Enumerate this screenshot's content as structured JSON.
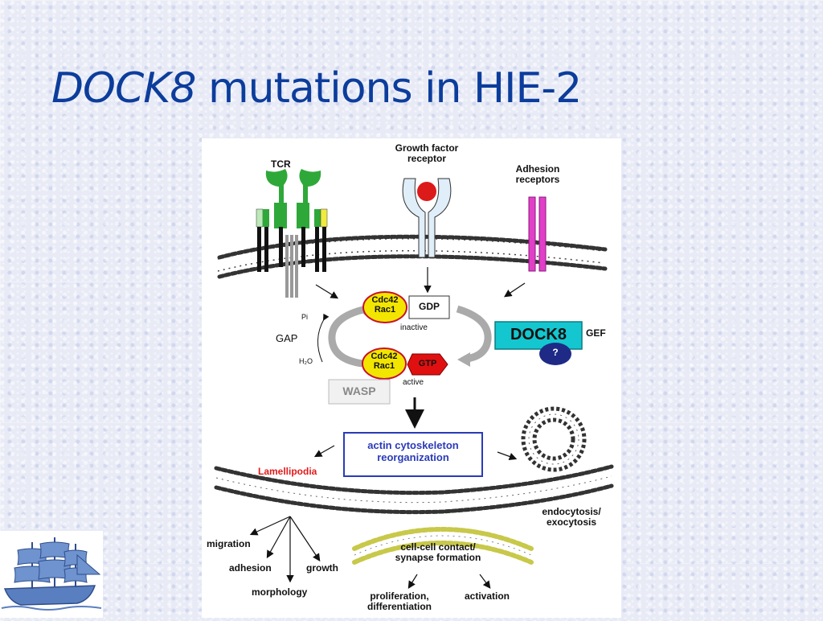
{
  "title": {
    "gene": "DOCK8",
    "rest": " mutations in HIE-2"
  },
  "diagram": {
    "receptors": {
      "tcr": "TCR",
      "growth_factor": [
        "Growth factor",
        "receptor"
      ],
      "adhesion": [
        "Adhesion",
        "receptors"
      ]
    },
    "cycle": {
      "inactive_gtpase": [
        "Cdc42",
        "Rac1"
      ],
      "gdp": "GDP",
      "inactive": "inactive",
      "active_gtpase": [
        "Cdc42",
        "Rac1"
      ],
      "gtp": "GTP",
      "active": "active",
      "gap": "GAP",
      "pi": "Pi",
      "h2o": "H₂O"
    },
    "dock8": "DOCK8",
    "dock8_question": "?",
    "gef": "GEF",
    "wasp": "WASP",
    "actin_box": [
      "actin cytoskeleton",
      "reorganization"
    ],
    "lamellipodia": "Lamellipodia",
    "endocytosis": [
      "endocytosis/",
      "exocytosis"
    ],
    "outputs": {
      "migration": "migration",
      "adhesion": "adhesion",
      "growth": "growth",
      "morphology": "morphology",
      "cell_contact": [
        "cell-cell contact/",
        "synapse formation"
      ],
      "proliferation": [
        "proliferation,",
        "differentiation"
      ],
      "activation": "activation"
    },
    "colors": {
      "tcr_green": "#2fa83a",
      "receptor_blue": "#dfeef8",
      "ligand_red": "#dd1a1a",
      "adhesion_magenta": "#e23fc8",
      "gtpase_yellow": "#f2e600",
      "gtp_red": "#e01010",
      "dock8_cyan": "#14c6cf",
      "question_navy": "#1e2a86",
      "actin_box_border": "#2a3bb8",
      "lamellipodia_red": "#e21a1a"
    }
  }
}
